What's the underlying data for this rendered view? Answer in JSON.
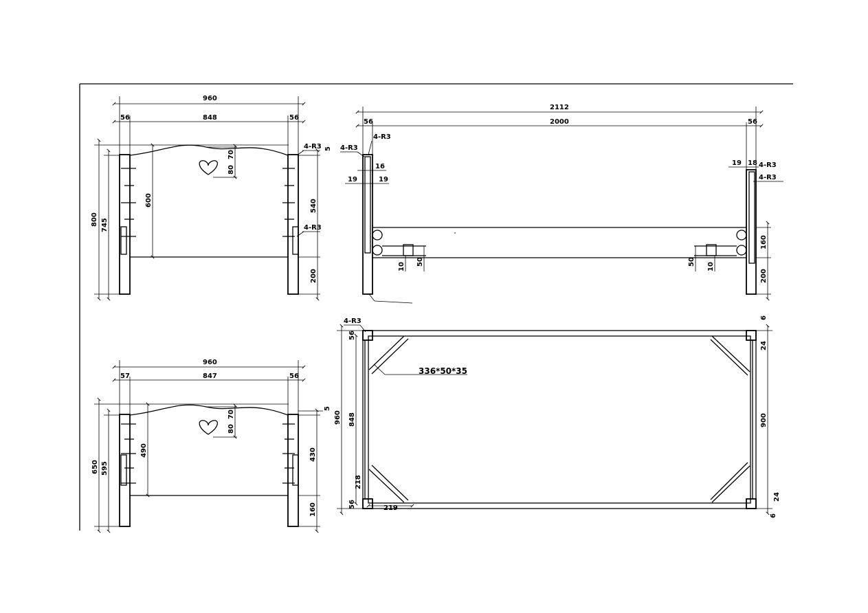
{
  "colors": {
    "line": "#000000",
    "background": "#ffffff"
  },
  "views": {
    "head_front": {
      "overall_width": "960",
      "inner_width": "848",
      "left_post": "56",
      "right_post": "56",
      "height_total": "800",
      "height_post": "745",
      "panel_height": "600",
      "heart_h": "70",
      "heart_offset": "80",
      "right_panel": "540",
      "right_bottom": "200",
      "fillet_top": "4-R3",
      "fillet_bottom": "4-R3",
      "gap": "5"
    },
    "side": {
      "overall_length": "2112",
      "inner_length": "2000",
      "left_post": "56",
      "right_post": "56",
      "left_fillet_1": "4-R3",
      "left_fillet_2": "4-R3",
      "left_16": "16",
      "left_19a": "19",
      "left_19b": "19",
      "right_19": "19",
      "right_18": "18",
      "right_fillet_1": "4-R3",
      "right_fillet_2": "4-R3",
      "left_10": "10",
      "left_50": "50",
      "right_50": "50",
      "right_10": "10",
      "right_160": "160",
      "right_200": "200"
    },
    "foot_front": {
      "overall_width": "960",
      "inner_width": "847",
      "left_post": "57",
      "right_post": "56",
      "height_total": "650",
      "height_post": "595",
      "panel_height": "490",
      "heart_h": "70",
      "heart_offset": "80",
      "right_panel": "430",
      "right_bottom": "160",
      "gap": "5"
    },
    "plan": {
      "fillet": "4-R3",
      "left_post": "56",
      "width_total": "960",
      "width_inner": "848",
      "corner_218_v": "218",
      "corner_56_bottom": "56",
      "corner_218_h": "219",
      "brace": "336*50*35",
      "right_6_top": "6",
      "right_24_top": "24",
      "right_900": "900",
      "right_24_bottom": "24",
      "right_6_bottom": "6"
    }
  }
}
